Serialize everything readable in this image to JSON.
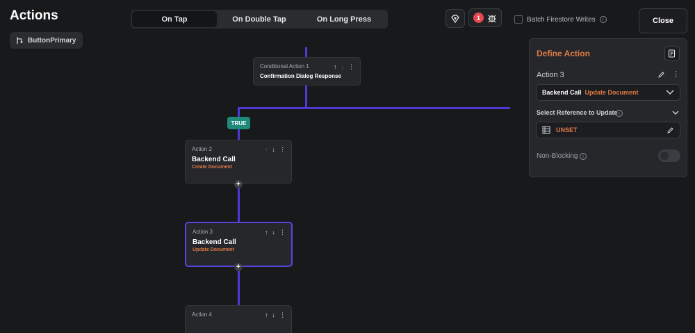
{
  "header": {
    "title": "Actions",
    "widget_name": "ButtonPrimary",
    "tabs": [
      {
        "label": "On Tap",
        "active": true
      },
      {
        "label": "On Double Tap",
        "active": false
      },
      {
        "label": "On Long Press",
        "active": false
      }
    ],
    "debug_badge_count": "1",
    "batch_label": "Batch Firestore Writes",
    "close_label": "Close"
  },
  "flow": {
    "conditional": {
      "label": "Conditional Action 1",
      "title": "Confirmation Dialog Response"
    },
    "branch_label": "TRUE",
    "actions": [
      {
        "label": "Action 2",
        "title": "Backend Call",
        "subtitle": "Create Document"
      },
      {
        "label": "Action 3",
        "title": "Backend Call",
        "subtitle": "Update Document"
      },
      {
        "label": "Action 4"
      }
    ]
  },
  "panel": {
    "title": "Define Action",
    "action_name": "Action 3",
    "action_type": "Backend Call",
    "action_subtype": "Update Document",
    "reference_label": "Select Reference to Update",
    "reference_value": "UNSET",
    "non_blocking_label": "Non-Blocking",
    "non_blocking_enabled": false
  },
  "colors": {
    "accent_orange": "#e07a45",
    "flow_line": "#4b3ad6",
    "true_tag": "#1f8a7a",
    "badge": "#e5484d"
  }
}
